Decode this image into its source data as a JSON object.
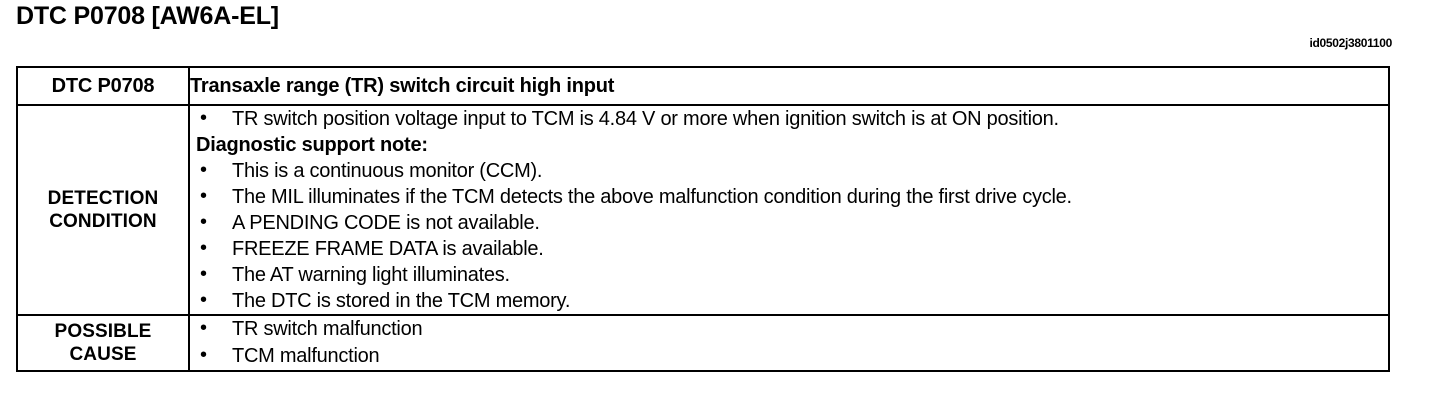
{
  "page": {
    "title": "DTC P0708 [AW6A-EL]",
    "doc_id": "id0502j3801100"
  },
  "table": {
    "header": {
      "code_label": "DTC P0708",
      "description": "Transaxle range (TR) switch circuit high input"
    },
    "detection": {
      "label_line1": "DETECTION",
      "label_line2": "CONDITION",
      "lead_bullets": [
        "TR switch position voltage input to TCM is 4.84 V or more when ignition switch is at ON position."
      ],
      "note_heading": "Diagnostic support note:",
      "note_bullets": [
        "This is a continuous monitor (CCM).",
        "The MIL illuminates if the TCM detects the above malfunction condition during the first drive cycle.",
        "A PENDING CODE is not available.",
        "FREEZE FRAME DATA is available.",
        "The AT warning light illuminates.",
        "The DTC is stored in the TCM memory."
      ]
    },
    "possible_cause": {
      "label_line1": "POSSIBLE",
      "label_line2": "CAUSE",
      "bullets": [
        "TR switch malfunction",
        "TCM malfunction"
      ]
    }
  },
  "colors": {
    "text": "#000000",
    "background": "#ffffff",
    "border": "#000000"
  }
}
